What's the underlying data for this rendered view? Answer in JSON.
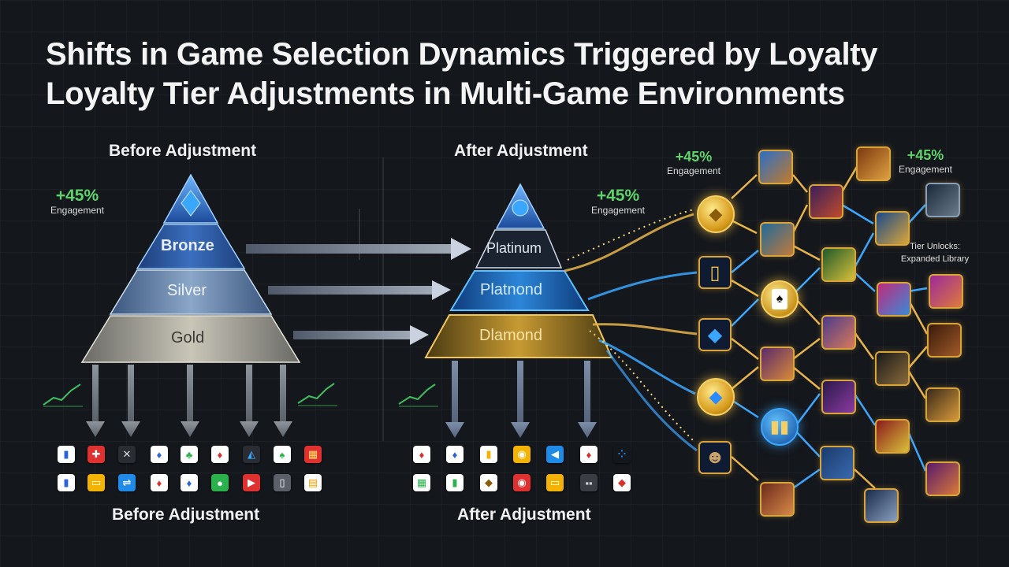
{
  "title": {
    "line1": "Shifts in Game Selection Dynamics Triggered by Loyalty",
    "line2": "Loyalty Tier Adjustments in Multi-Game Environments"
  },
  "before": {
    "heading": "Before Adjustment",
    "footer": "Before Adjustment",
    "tiers": [
      "Bronze",
      "Silver",
      "Gold"
    ],
    "engagement": {
      "value": "+45%",
      "caption": "Engagement"
    }
  },
  "after": {
    "heading": "After Adjustment",
    "footer": "After Adjustment",
    "tiers": [
      "Platinum",
      "Platnond",
      "Dlamond"
    ],
    "engagement": {
      "value": "+45%",
      "caption": "Engagement"
    }
  },
  "network": {
    "engagement_left": {
      "value": "+45%",
      "caption": "Engagement"
    },
    "engagement_right": {
      "value": "+45%",
      "caption": "Engagement"
    },
    "note_line1": "Tier Unlocks:",
    "note_line2": "Expanded Library"
  },
  "colors": {
    "accent_green": "#5fd36b",
    "gold": "#e8b54a",
    "blue": "#3aa7ff",
    "background": "#14171c"
  }
}
